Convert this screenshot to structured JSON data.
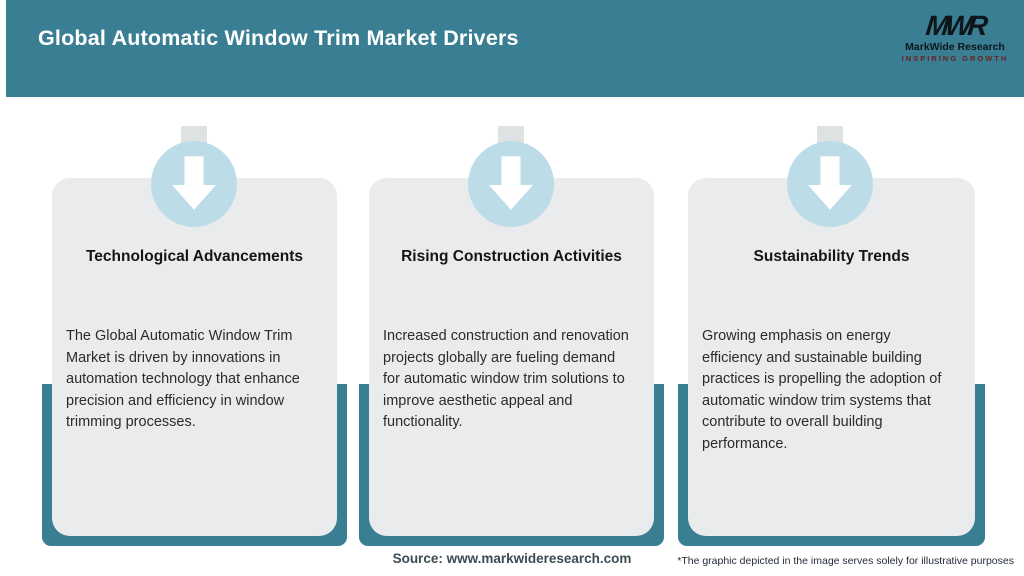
{
  "header": {
    "title": "Global Automatic Window Trim Market Drivers",
    "logo": {
      "monogram": "MWR",
      "name": "MarkWide Research",
      "tagline": "INSPIRING GROWTH"
    }
  },
  "cards": [
    {
      "icon": "down-arrow-icon",
      "title": "Technological Advancements",
      "description": "The Global Automatic Window Trim Market is driven by innovations in automation technology that enhance precision and efficiency in window trimming processes."
    },
    {
      "icon": "down-arrow-icon",
      "title": "Rising Construction Activities",
      "description": "Increased construction and renovation projects globally are fueling demand for automatic window trim solutions to improve aesthetic appeal and functionality."
    },
    {
      "icon": "down-arrow-icon",
      "title": "Sustainability Trends",
      "description": "Growing emphasis on energy efficiency and sustainable building practices is propelling the adoption of automatic window trim systems that contribute to overall building performance."
    }
  ],
  "footer": {
    "source": "Source: www.markwideresearch.com",
    "disclaimer": "*The graphic depicted in the image serves solely for illustrative purposes"
  },
  "colors": {
    "teal": "#3A7E94",
    "card_background": "#E9EBEC",
    "arrow_circle_blue": "#BCDCE8",
    "arrow_white": "#FFFFFF",
    "logo_dark": "#0E151B",
    "tagline_red": "#6B2020",
    "title_text": "#151515",
    "body_text": "#2B2B2B"
  }
}
